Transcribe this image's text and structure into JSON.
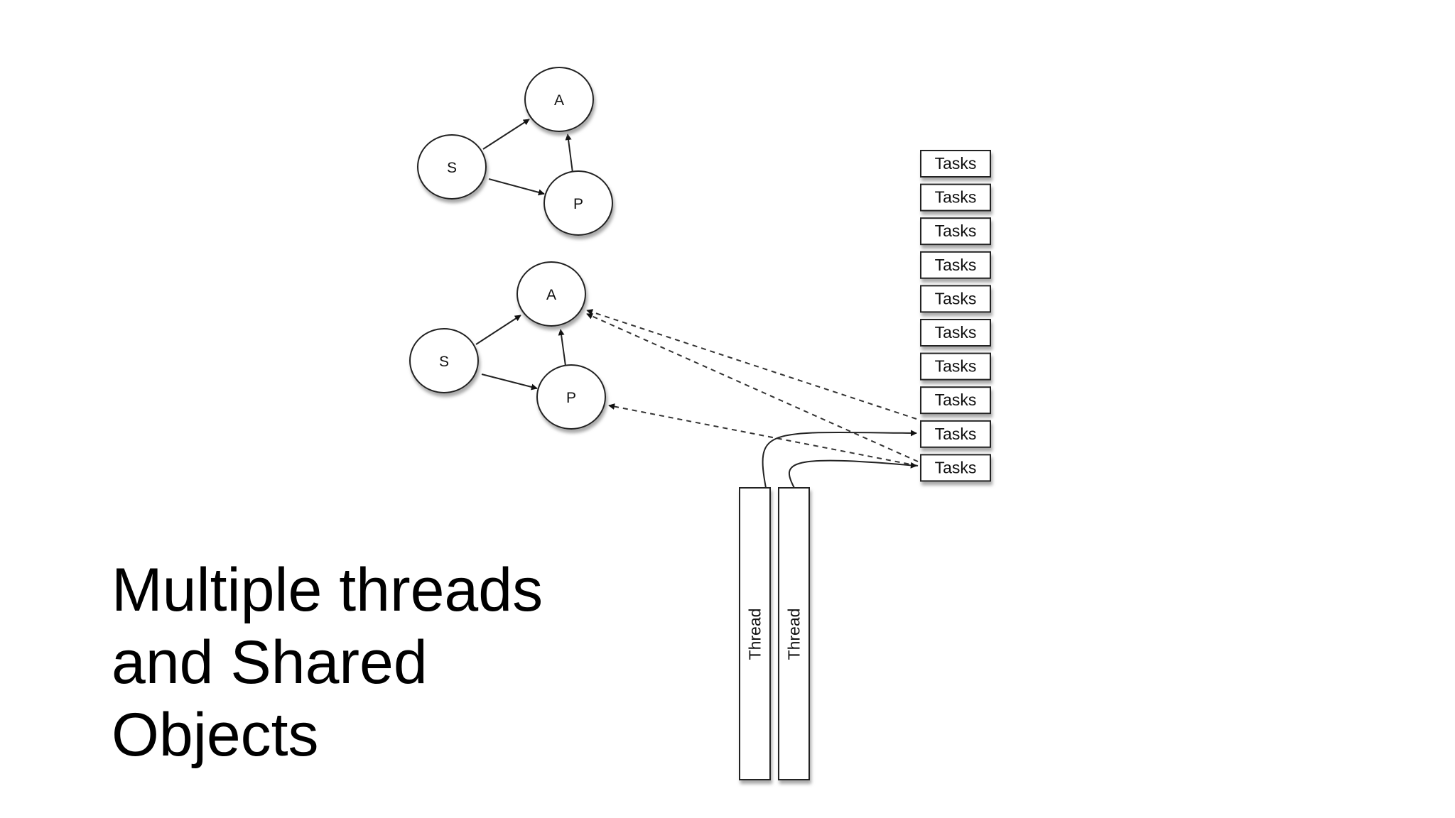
{
  "title": {
    "lines": [
      "Multiple threads",
      "and Shared",
      "Objects"
    ]
  },
  "diagram": {
    "graphs": [
      {
        "nodes": [
          {
            "id": "s",
            "label": "S"
          },
          {
            "id": "a",
            "label": "A"
          },
          {
            "id": "p",
            "label": "P"
          }
        ],
        "edges": [
          {
            "from": "s",
            "to": "a"
          },
          {
            "from": "s",
            "to": "p"
          },
          {
            "from": "p",
            "to": "a"
          }
        ]
      },
      {
        "nodes": [
          {
            "id": "s",
            "label": "S"
          },
          {
            "id": "a",
            "label": "A"
          },
          {
            "id": "p",
            "label": "P"
          }
        ],
        "edges": [
          {
            "from": "s",
            "to": "a"
          },
          {
            "from": "s",
            "to": "p"
          },
          {
            "from": "p",
            "to": "a"
          }
        ]
      }
    ],
    "task_queue": [
      "Tasks",
      "Tasks",
      "Tasks",
      "Tasks",
      "Tasks",
      "Tasks",
      "Tasks",
      "Tasks",
      "Tasks",
      "Tasks"
    ],
    "threads": [
      "Thread",
      "Thread"
    ],
    "colors": {
      "stroke": "#222222",
      "shadow": "#9a9a9a",
      "fill": "#ffffff"
    }
  }
}
